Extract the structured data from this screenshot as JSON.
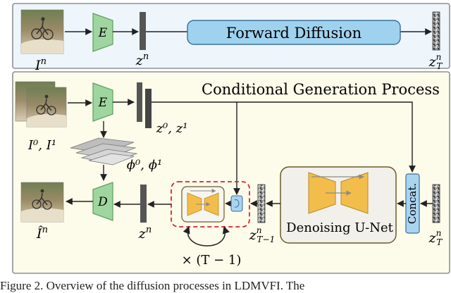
{
  "top": {
    "encoder": "E",
    "input_main": "I",
    "input_sup": "n",
    "latent_main": "z",
    "latent_sup": "n",
    "forward_label": "Forward Diffusion",
    "noisy_main": "z",
    "noisy_sup": "n",
    "noisy_sub": "T"
  },
  "bottom": {
    "title": "Conditional Generation Process",
    "encoder": "E",
    "decoder": "D",
    "inputs_label": "I⁰, I¹",
    "latents_label": "z⁰, z¹",
    "features_label": "ϕ⁰, ϕ¹",
    "output_main": "Î",
    "output_sup": "n",
    "latent_out_main": "z",
    "latent_out_sup": "n",
    "step_main": "z",
    "step_sup": "n",
    "step_sub": "T−1",
    "noisy_main": "z",
    "noisy_sup": "n",
    "noisy_sub": "T",
    "unet_label": "Denoising U-Net",
    "concat_label": "Concat.",
    "loop_label": "× (T − 1)"
  },
  "caption": "Figure 2. Overview of the diffusion processes in LDMVFI. The",
  "colors": {
    "top_panel_bg": "#eef6fc",
    "bottom_panel_bg": "#fdfbea",
    "encoder_fill": "#9fd59f",
    "forward_fill": "#9fd2ef",
    "unet_fill": "#f2bd4a",
    "loop_border": "#d9242f",
    "concat_fill": "#a9d4ef"
  }
}
